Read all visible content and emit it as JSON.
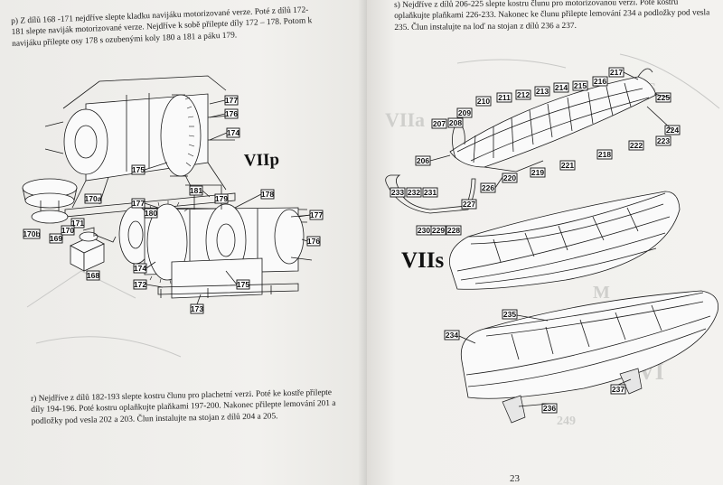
{
  "left_page": {
    "paragraph_p": "p) Z dílů 168 -171 nejdříve slepte kladku navijáku motorizované verze. Poté z dílů 172-181 slepte naviják motorizované verze. Nejdříve k sobě přilepte díly 172 – 178. Potom k navijáku přilepte osy 178 s ozubenými koly 180 a 181 a páku 179.",
    "section_label": "VIIp",
    "paragraph_r": "r) Nejdříve z dílů 182-193 slepte kostru člunu pro plachetní verzi. Poté ke kostře přilepte díly 194-196. Poté kostru oplaňkujte plaňkami 197-200. Nakonec přilepte lemování 201 a podložky pod vesla 202 a 203. Člun instalujte na stojan z dílů 204 a 205.",
    "callouts": [
      "177",
      "176",
      "174",
      "175",
      "177",
      "181",
      "178",
      "179",
      "180",
      "177",
      "176",
      "174",
      "172",
      "175",
      "173",
      "170a",
      "171",
      "170b",
      "169",
      "170",
      "168"
    ]
  },
  "right_page": {
    "paragraph_s": "s) Nejdříve z dílů 206-225 slepte kostru člunu pro motorizovanou verzi. Poté kostru oplaňkujte plaňkami 226-233. Nakonec ke člunu přilepte lemování 234 a podložky pod vesla 235. Člun instalujte na loď na stojan z dílů 236 a 237.",
    "section_label": "VIIs",
    "page_number": "23",
    "callouts": [
      "217",
      "216",
      "215",
      "214",
      "213",
      "212",
      "211",
      "210",
      "209",
      "208",
      "207",
      "225",
      "224",
      "223",
      "222",
      "218",
      "221",
      "219",
      "220",
      "206",
      "226",
      "227",
      "228",
      "229",
      "230",
      "233",
      "232",
      "231",
      "235",
      "234",
      "236",
      "237"
    ]
  }
}
